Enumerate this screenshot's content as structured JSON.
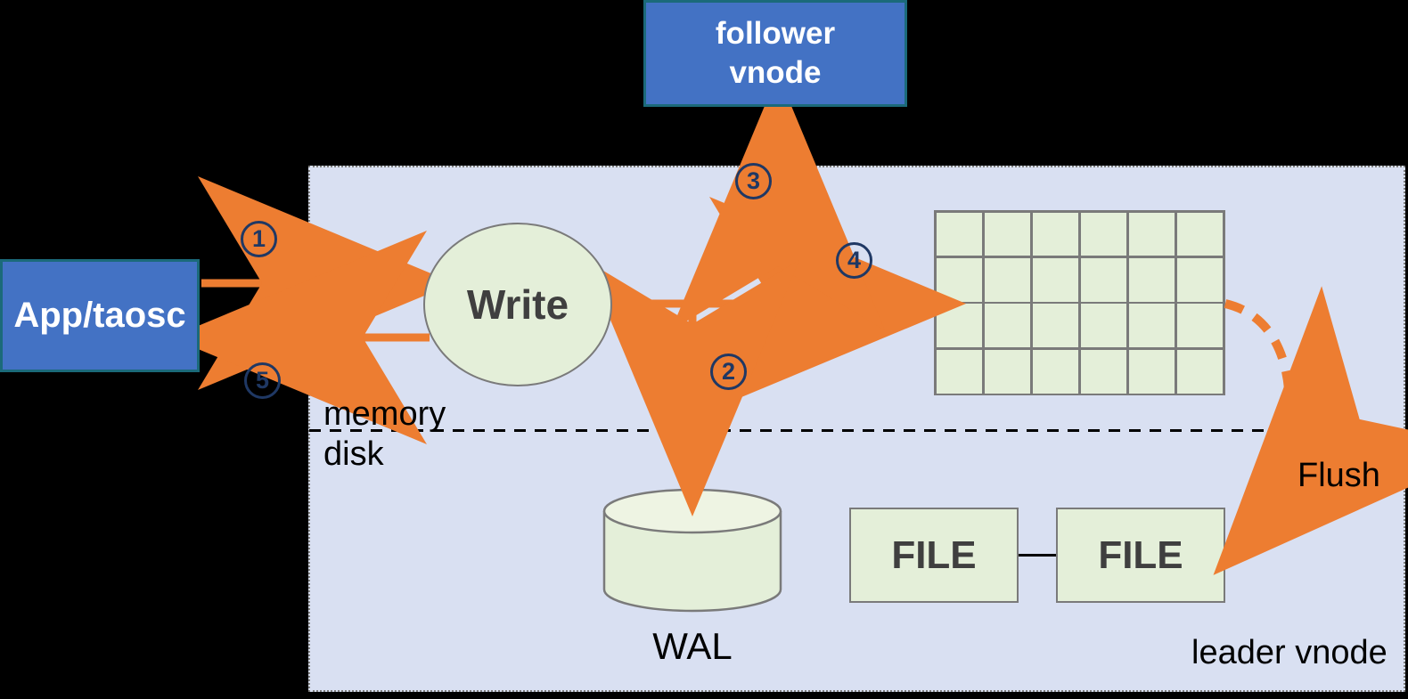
{
  "colors": {
    "background": "#000000",
    "leader_area_fill": "#d9e0f2",
    "blue_node_fill": "#4372c4",
    "blue_node_border": "#1b6a7a",
    "green_shape_fill": "#e4efd9",
    "shape_border_gray": "#7a7a7a",
    "arrow_orange": "#ed7d31",
    "step_badge_navy": "#1f3864",
    "dark_text": "#3f3f3f",
    "plain_text": "#000000"
  },
  "nodes": {
    "follower_vnode": {
      "line1": "follower",
      "line2": "vnode"
    },
    "app_taosc": {
      "label": "App/taosc"
    },
    "write": {
      "label": "Write"
    },
    "wal": {
      "label": "WAL"
    },
    "files": [
      {
        "label": "FILE"
      },
      {
        "label": "FILE"
      }
    ],
    "memtable": {
      "rows": 4,
      "cols": 6
    }
  },
  "labels": {
    "memory": "memory",
    "disk": "disk",
    "flush": "Flush",
    "leader_vnode": "leader vnode"
  },
  "steps": [
    {
      "number": "1"
    },
    {
      "number": "2"
    },
    {
      "number": "3"
    },
    {
      "number": "4"
    },
    {
      "number": "5"
    }
  ]
}
